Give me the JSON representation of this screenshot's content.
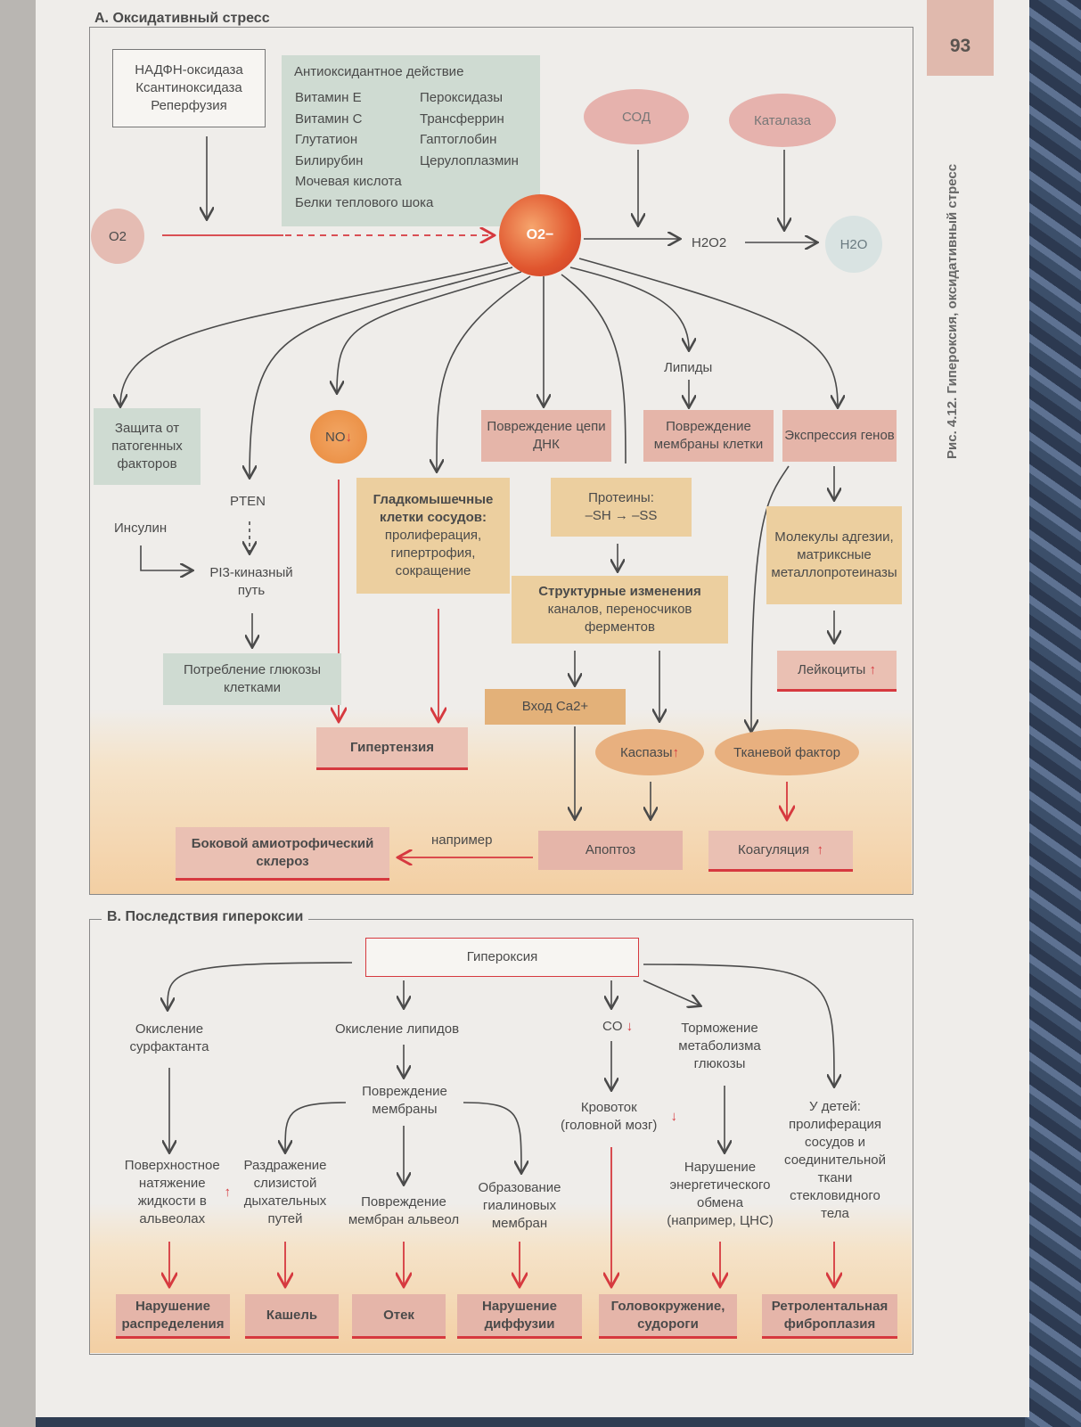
{
  "page_number": "93",
  "figure_caption": {
    "label": "Рис. 4.12.",
    "text": "Гипероксия, оксидативный стресс"
  },
  "section_a": {
    "title": "А. Оксидативный стресс",
    "sources": [
      "НАДФН-оксидаза",
      "Ксантиноксидаза",
      "Реперфузия"
    ],
    "antioxidant": {
      "title": "Антиоксидантное действие",
      "col1": [
        "Витамин E",
        "Витамин C",
        "Глутатион",
        "Билирубин",
        "Мочевая кислота",
        "Белки теплового шока"
      ],
      "col2": [
        "Пероксидазы",
        "Трансферрин",
        "Гаптоглобин",
        "Церулоплазмин"
      ]
    },
    "o2": "O2",
    "superoxide": "O2−",
    "sod": "СОД",
    "catalase": "Каталаза",
    "h2o2": "H2O2",
    "h2o": "H2O",
    "protection": "Защита от патогенных факторов",
    "no": "NO",
    "dna_damage": "Повреждение цепи ДНК",
    "lipids": "Липиды",
    "membrane_damage": "Повреждение мембраны клетки",
    "gene_expression": "Экспрессия генов",
    "pten": "PTEN",
    "insulin": "Инсулин",
    "pi3k": "PI3-киназный путь",
    "glucose_uptake": "Потребление глюкозы клетками",
    "smooth_muscle_title": "Гладкомышечные клетки сосудов:",
    "smooth_muscle_text": "пролиферация, гипертрофия, сокращение",
    "proteins": "Протеины:",
    "proteins_formula": "–SH → –SS",
    "structural_title": "Структурные изменения",
    "structural_text": "каналов, переносчиков ферментов",
    "adhesion": "Молекулы адгезии, матриксные металлопротеиназы",
    "leukocytes": "Лейкоциты",
    "ca_entry": "Вход Ca2+",
    "caspases": "Каспазы",
    "tissue_factor": "Тканевой фактор",
    "hypertension": "Гипертензия",
    "als": "Боковой амиотрофический склероз",
    "for_example": "например",
    "apoptosis": "Апоптоз",
    "coagulation": "Коагуляция"
  },
  "section_b": {
    "title": "B. Последствия гипероксии",
    "hyperoxia": "Гипероксия",
    "surfactant_ox": "Окисление сурфактанта",
    "lipid_ox": "Окисление липидов",
    "co": "CO",
    "glucose_inhib": "Торможение метаболизма глюкозы",
    "membrane_damage": "Повреждение мембраны",
    "blood_flow": "Кровоток (головной мозг)",
    "children": "У детей: пролиферация сосудов и соединительной ткани стекловидного тела",
    "surface_tension": "Поверхностное натяжение жидкости в альвеолах",
    "irritation": "Раздражение слизистой дыхательных путей",
    "alveolar_damage": "Повреждение мембран альвеол",
    "hyaline": "Образование гиалиновых мембран",
    "energy": "Нарушение энергетического обмена (например, ЦНС)",
    "out_distribution": "Нарушение распределения",
    "out_cough": "Кашель",
    "out_edema": "Отек",
    "out_diffusion": "Нарушение диффузии",
    "out_dizziness": "Головокружение, судороги",
    "out_fibroplasia": "Ретролентальная фиброплазия"
  },
  "colors": {
    "red": "#d6393f",
    "green": "#cfdbd2",
    "pink": "#eac0b3",
    "tan": "#eccf9f"
  }
}
